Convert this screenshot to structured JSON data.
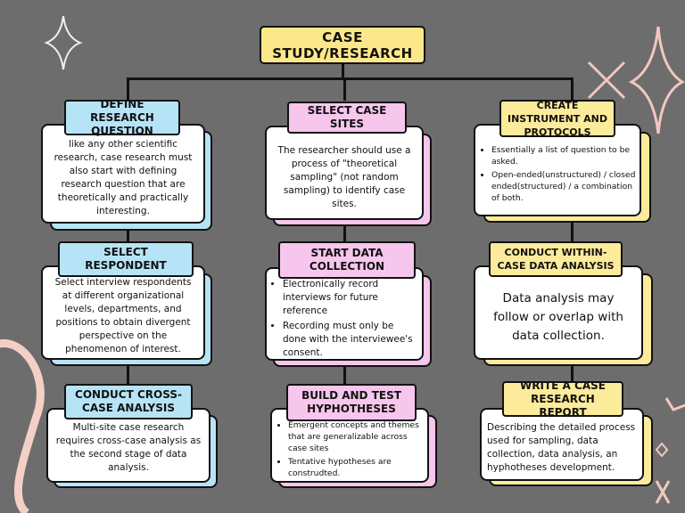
{
  "title": "CASE STUDY/RESEARCH",
  "colors": {
    "background": "#6d6d6d",
    "title": "#fce88a",
    "blue": "#b6e4f6",
    "pink": "#f7c6ec",
    "yellow": "#fbeb9a"
  },
  "columns": [
    {
      "steps": [
        {
          "label": "DEFINE RESEARCH QUESTION",
          "text": "like any other scientific research, case research must also start with defining research question that are theoretically and practically interesting."
        },
        {
          "label": "SELECT RESPONDENT",
          "text": "Select interview respondents at different organizational levels, departments, and positions to obtain divergent perspective on the phenomenon of interest."
        },
        {
          "label": "CONDUCT CROSS-CASE ANALYSIS",
          "text": "Multi-site case research requires cross-case analysis as the second stage of data analysis."
        }
      ]
    },
    {
      "steps": [
        {
          "label": "SELECT CASE SITES",
          "text": "The researcher should use a process of \"theoretical sampling\" (not random sampling) to identify case sites."
        },
        {
          "label": "START DATA COLLECTION",
          "bullets": [
            "Electronically record interviews for future reference",
            "Recording must only be done with the interviewee's consent."
          ]
        },
        {
          "label": "BUILD AND TEST HYPHOTHESES",
          "bullets": [
            "Emergent concepts and themes that are generalizable across case sites",
            "Tentative hypotheses are construdted."
          ]
        }
      ]
    },
    {
      "steps": [
        {
          "label": "CREATE INSTRUMENT AND PROTOCOLS",
          "bullets": [
            "Essentially a list of question to be asked.",
            "Open-ended(unstructured) / closed ended(structured) / a combination of both."
          ]
        },
        {
          "label": "CONDUCT WITHIN-CASE DATA ANALYSIS",
          "text": "Data analysis may follow or overlap with data collection."
        },
        {
          "label": "WRITE A CASE RESEARCH REPORT",
          "text": "Describing the detailed process used for sampling, data collection, data analysis, an hyphotheses development."
        }
      ]
    }
  ]
}
